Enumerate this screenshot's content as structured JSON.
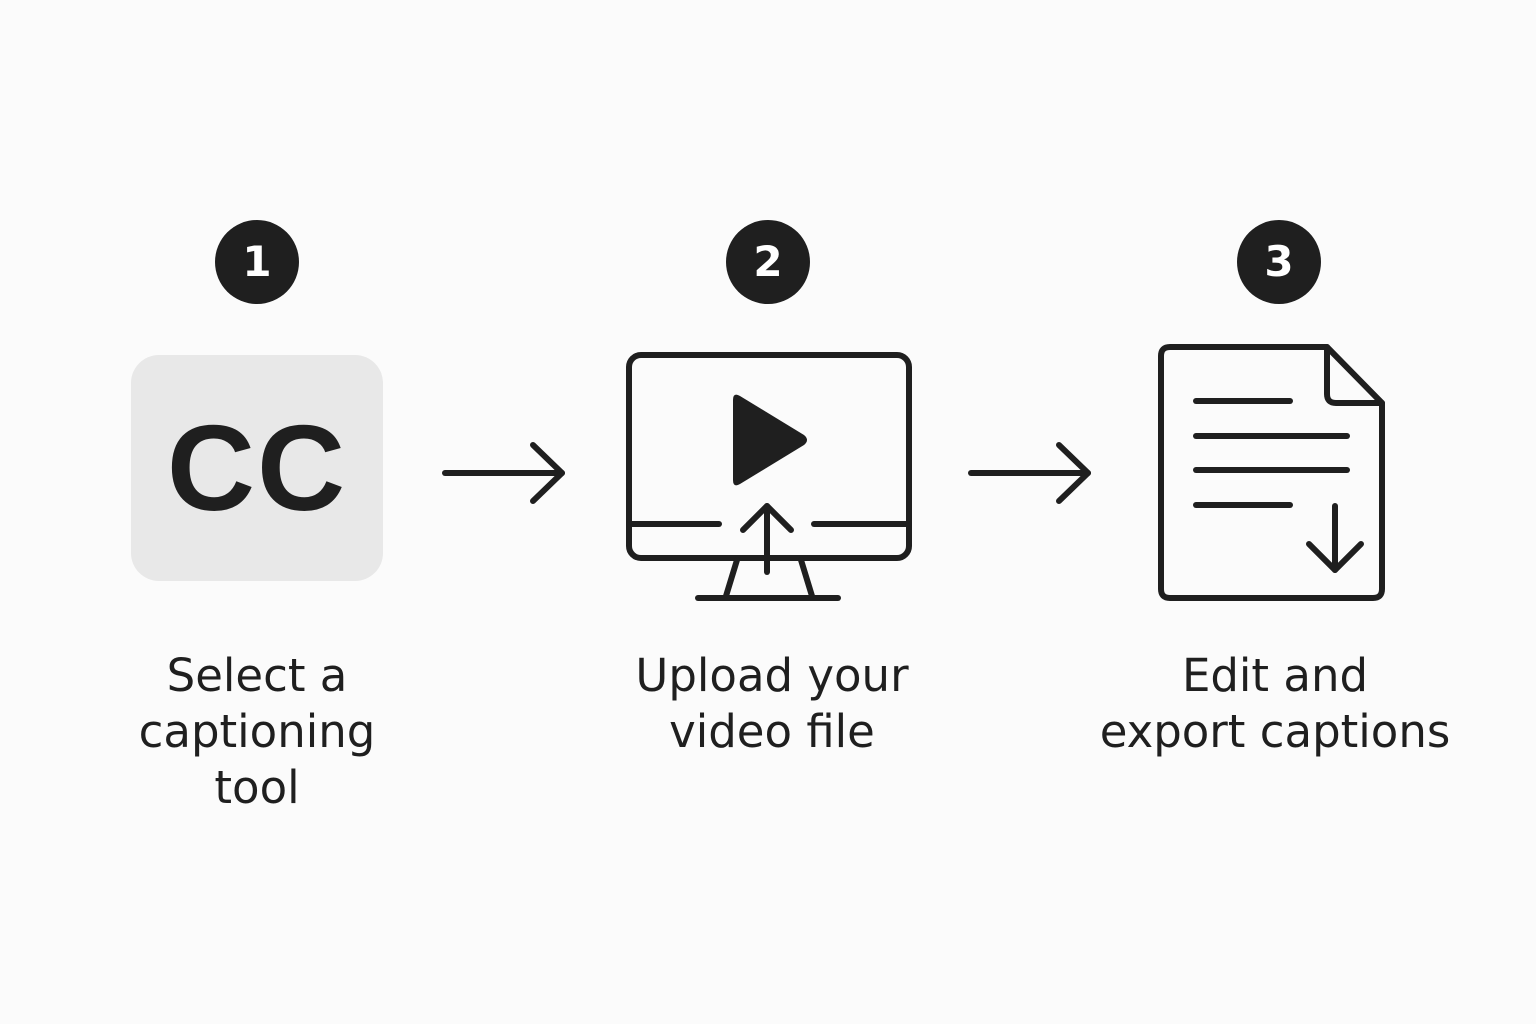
{
  "steps": [
    {
      "number": "1",
      "icon": "closed-captions-icon",
      "icon_text": "CC",
      "label_lines": [
        "Select a",
        "captioning",
        "tool"
      ]
    },
    {
      "number": "2",
      "icon": "video-upload-monitor-icon",
      "label_lines": [
        "Upload your",
        "video file"
      ]
    },
    {
      "number": "3",
      "icon": "document-download-icon",
      "label_lines": [
        "Edit and",
        "export captions"
      ]
    }
  ],
  "connectors": [
    "arrow-right-icon",
    "arrow-right-icon"
  ],
  "colors": {
    "background": "#fbfbfb",
    "ink": "#1f1f1f",
    "tile": "#e8e8e8"
  }
}
